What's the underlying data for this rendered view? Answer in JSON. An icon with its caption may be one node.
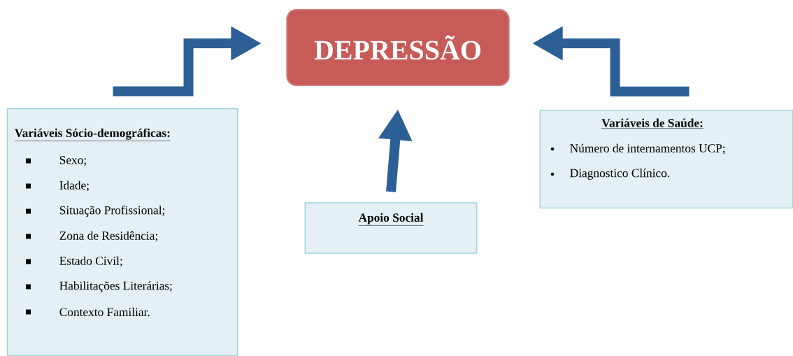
{
  "diagram": {
    "nodes": [
      {
        "text": [
          "DEPRESSÃO"
        ]
      },
      {
        "text": [
          "Variáveis Sócio-demográficas:",
          "Sexo;",
          "Idade;",
          "Situação Profissional;",
          "Zona de Residência;",
          "Estado Civil;",
          "Habilitações Literárias;",
          "Contexto Familiar."
        ]
      },
      {
        "text": [
          "Apoio Social"
        ]
      },
      {
        "text": [
          "Variáveis de Saúde:",
          "Número de internamentos UCP;",
          "Diagnostico Clínico."
        ]
      }
    ],
    "edges": [
      {
        "from": 1,
        "to": 0,
        "arrow": "to"
      },
      {
        "from": 2,
        "to": 0,
        "arrow": "to"
      },
      {
        "from": 3,
        "to": 0,
        "arrow": "to"
      }
    ]
  }
}
